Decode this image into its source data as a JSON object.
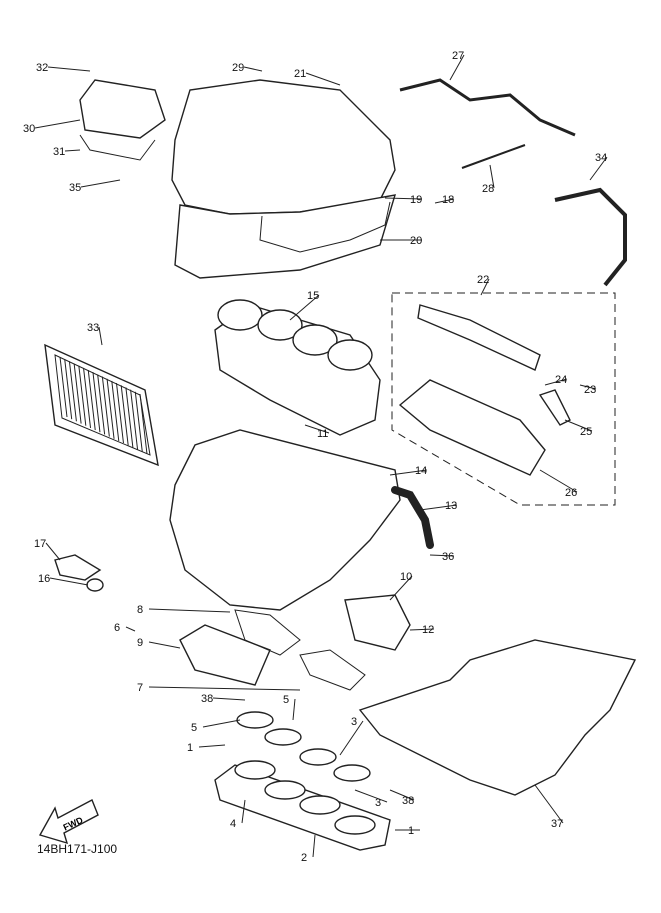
{
  "diagram": {
    "code": "14BH171-J100",
    "fwd_label": "FWD",
    "callouts": [
      "32",
      "29",
      "21",
      "27",
      "30",
      "31",
      "35",
      "28",
      "34",
      "19",
      "18",
      "20",
      "22",
      "15",
      "33",
      "24",
      "23",
      "25",
      "11",
      "14",
      "26",
      "13",
      "36",
      "17",
      "16",
      "10",
      "8",
      "6",
      "9",
      "12",
      "7",
      "38",
      "5",
      "5",
      "3",
      "1",
      "3",
      "38",
      "4",
      "37",
      "1",
      "2"
    ]
  }
}
